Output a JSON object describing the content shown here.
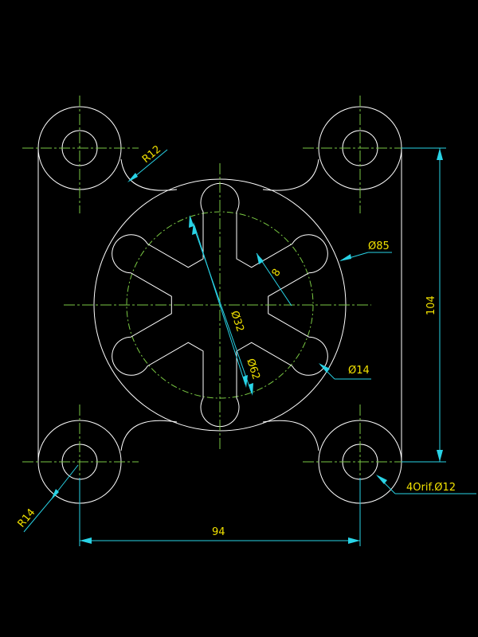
{
  "drawing": {
    "colors": {
      "background": "#000000",
      "geometry": "#ffffff",
      "centerlines": "#7ac943",
      "dimension_lines": "#29d3e6",
      "dimension_text": "#f2e200"
    },
    "dimensions": {
      "r12": "R12",
      "d85": "Ø85",
      "slot_width": "8",
      "d32": "Ø32",
      "d62": "Ø62",
      "d14": "Ø14",
      "h104": "104",
      "holes": "4Orif.Ø12",
      "r14": "R14",
      "w94": "94"
    }
  }
}
